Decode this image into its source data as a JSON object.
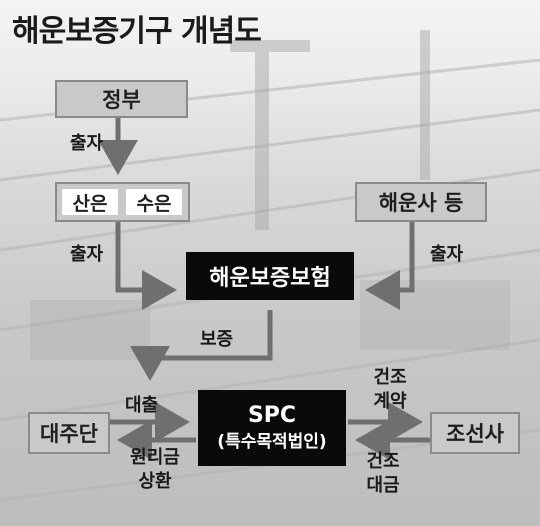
{
  "title": "해운보증기구 개념도",
  "nodes": {
    "government": "정부",
    "kdb": "산은",
    "kexim": "수은",
    "shipping_companies": "해운사 등",
    "guarantee": "해운보증보험",
    "spc_line1": "SPC",
    "spc_line2": "(특수목적법인)",
    "lender": "대주단",
    "shipyard": "조선사"
  },
  "edges": {
    "gov_to_banks": "출자",
    "banks_to_guarantee": "출자",
    "shipping_to_guarantee": "출자",
    "guarantee_to_spc": "보증",
    "lender_to_spc": "대출",
    "spc_to_lender_line1": "원리금",
    "spc_to_lender_line2": "상환",
    "spc_to_shipyard_line1": "건조",
    "spc_to_shipyard_line2": "계약",
    "shipyard_to_spc_line1": "건조",
    "shipyard_to_spc_line2": "대금"
  },
  "colors": {
    "grey_box": "#c9c9c9",
    "black_box": "#0a0a0a",
    "arrow": "#6f6f6f"
  }
}
